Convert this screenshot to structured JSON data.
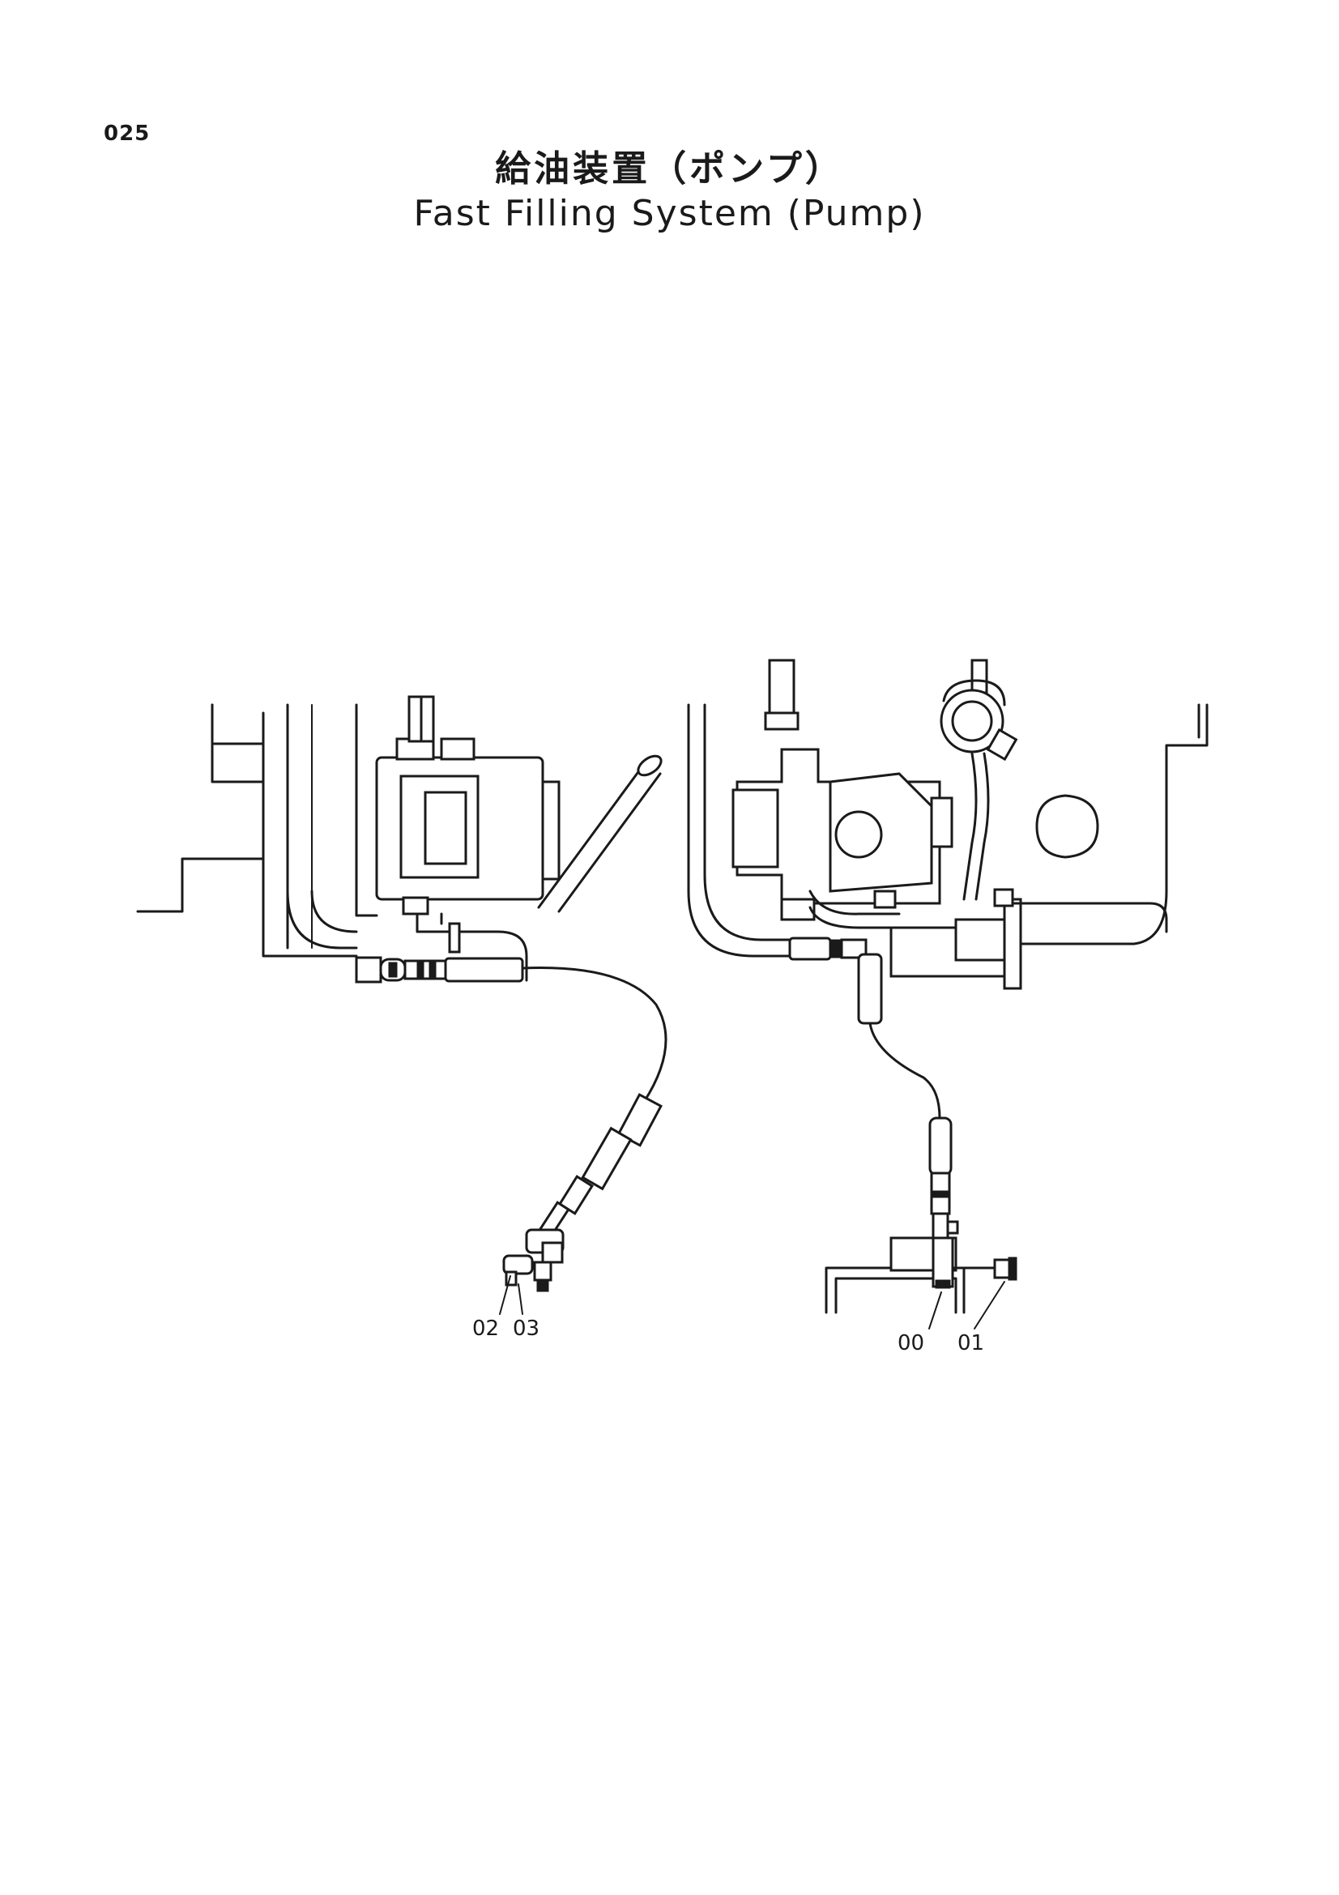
{
  "page": {
    "number": "025",
    "title_ja": "給油装置（ポンプ）",
    "title_en": "Fast Filling System (Pump)"
  },
  "callouts": [
    {
      "id": "left-callout-1",
      "label": "02"
    },
    {
      "id": "left-callout-2",
      "label": "03"
    },
    {
      "id": "right-callout-1",
      "label": "00"
    },
    {
      "id": "right-callout-2",
      "label": "01"
    }
  ]
}
